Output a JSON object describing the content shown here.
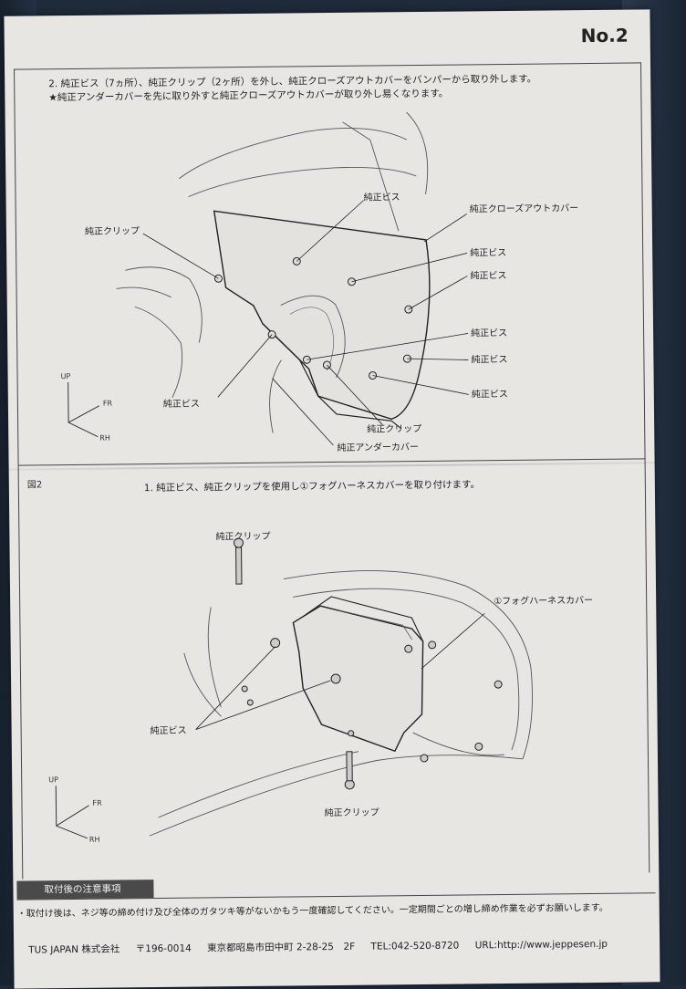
{
  "page_number": "No.2",
  "step2": {
    "line1": "2. 純正ビス（7ヵ所）、純正クリップ（2ヶ所）を外し、純正クローズアウトカバーをバンパーから取り外します。",
    "line2": "★純正アンダーカバーを先に取り外すと純正クローズアウトカバーが取り外し易くなります。"
  },
  "fig1_labels": {
    "screw_top": "純正ビス",
    "clip_left": "純正クリップ",
    "closeout_cover": "純正クローズアウトカバー",
    "screw_r1": "純正ビス",
    "screw_r2": "純正ビス",
    "screw_r3": "純正ビス",
    "screw_r4": "純正ビス",
    "screw_r5": "純正ビス",
    "screw_bottom_left": "純正ビス",
    "clip_bottom": "純正クリップ",
    "under_cover": "純正アンダーカバー"
  },
  "axis": {
    "up": "UP",
    "fr": "FR",
    "rh": "RH"
  },
  "fig2": {
    "label": "図2",
    "instruction": "1. 純正ビス、純正クリップを使用し①フォグハーネスカバーを取り付けます。",
    "clip_top": "純正クリップ",
    "fog_cover": "①フォグハーネスカバー",
    "screw": "純正ビス",
    "clip_bottom": "純正クリップ"
  },
  "notes": {
    "header": "取付後の注意事項",
    "text": "・取付け後は、ネジ等の締め付け及び全体のガタツキ等がないかもう一度確認してください。一定期間ごとの増し締め作業を必ずお願いします。"
  },
  "footer": {
    "company": "TUS JAPAN 株式会社",
    "postal": "〒196-0014",
    "address": "東京都昭島市田中町 2-28-25　2F",
    "tel": "TEL:042-520-8720",
    "url": "URL:http://www.jeppesen.jp"
  }
}
